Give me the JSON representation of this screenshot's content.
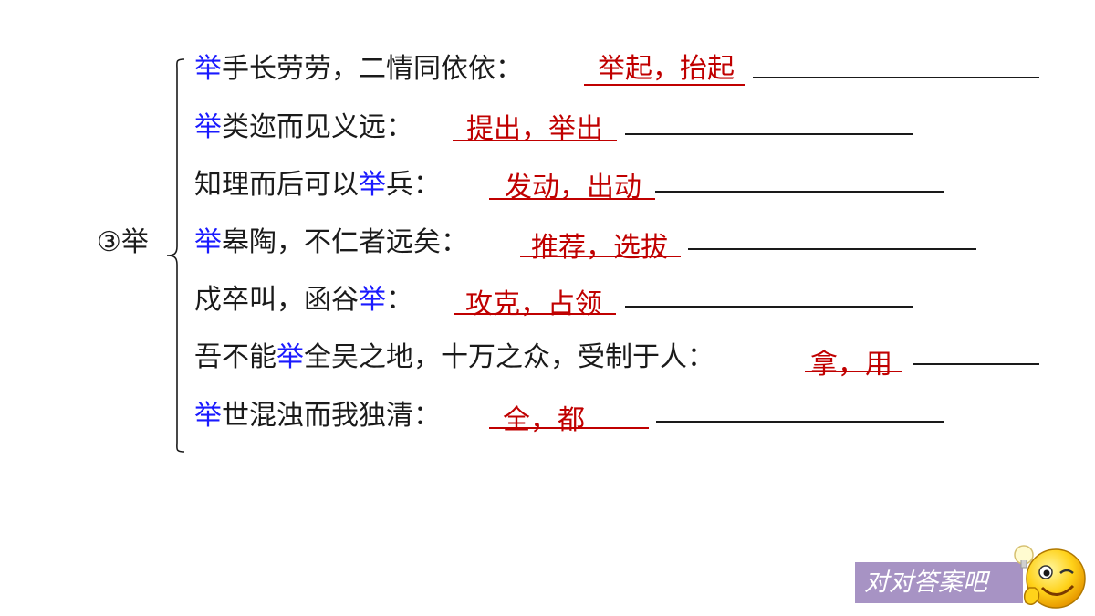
{
  "main_label": "③举",
  "rows": [
    {
      "pre": "",
      "hl": "举",
      "post": "手长劳劳，二情同依依：",
      "answer": "举起，抬起"
    },
    {
      "pre": "",
      "hl": "举",
      "post": "类迩而见义远：",
      "answer": "提出，举出"
    },
    {
      "pre": "知理而后可以",
      "hl": "举",
      "post": "兵：",
      "answer": "发动，出动"
    },
    {
      "pre": "",
      "hl": "举",
      "post": "皋陶，不仁者远矣：",
      "answer": "推荐，选拔"
    },
    {
      "pre": "戍卒叫，函谷",
      "hl": "举",
      "post": "：",
      "answer": "攻克，占领"
    },
    {
      "pre": "吾不能",
      "hl": "举",
      "post": "全吴之地，十万之众，受制于人：",
      "answer": "拿，用"
    },
    {
      "pre": "",
      "hl": "举",
      "post": "世混浊而我独清：",
      "answer": "全，都"
    }
  ],
  "footer_button": "对对答案吧",
  "colors": {
    "highlight": "#1a1aff",
    "answer": "#c00000",
    "badge": "#a793c4"
  }
}
